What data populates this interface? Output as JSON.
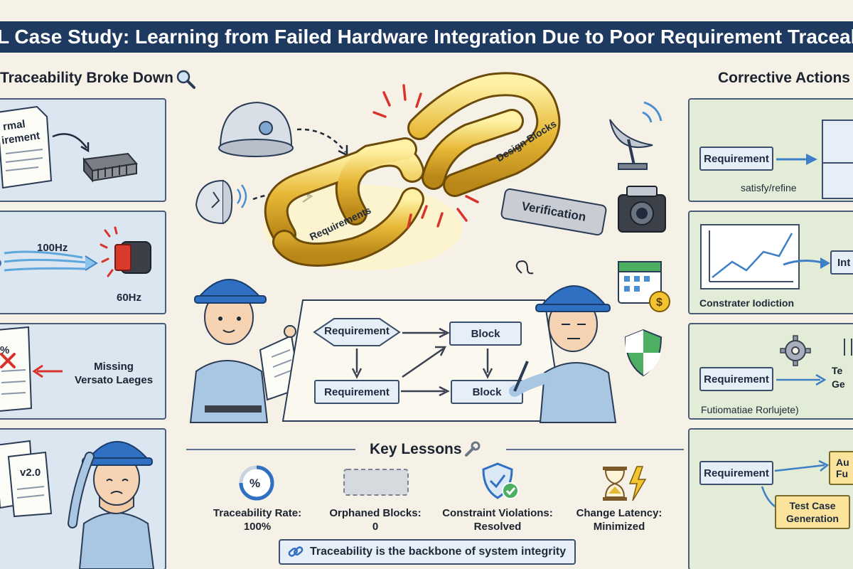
{
  "title": "L Case Study: Learning from Failed Hardware Integration Due to Poor Requirement Traceability",
  "left_section": {
    "heading": "Traceability Broke Down",
    "panel1": {
      "doc_line1": "rmal",
      "doc_line2": "irement"
    },
    "panel2": {
      "freq_a": "100Hz",
      "freq_b": "60Hz"
    },
    "panel3": {
      "doc_text": "%",
      "label_line1": "Missing",
      "label_line2": "Versato Laeges"
    },
    "panel4": {
      "doc_version": "v2.0"
    }
  },
  "center": {
    "chain_left_label": "Requirements",
    "chain_right_label": "Design Blocks",
    "verification_tag": "Verification",
    "diagram": {
      "requirement_top": "Requirement",
      "block_top": "Block",
      "requirement_bottom": "Requirement",
      "block_bottom": "Block"
    }
  },
  "lessons": {
    "heading": "Key Lessons",
    "items": [
      {
        "line1": "Traceability Rate:",
        "line2": "100%",
        "icon": "percent-icon"
      },
      {
        "line1": "Orphaned Blocks:",
        "line2": "0",
        "icon": "dashed-block-icon"
      },
      {
        "line1": "Constraint Violations:",
        "line2": "Resolved",
        "icon": "shield-check-icon"
      },
      {
        "line1": "Change Latency:",
        "line2": "Minimized",
        "icon": "hourglass-icon"
      }
    ],
    "footer": "Traceability is the backbone of system integrity"
  },
  "right_section": {
    "heading": "Corrective Actions",
    "panel1": {
      "requirement": "Requirement",
      "caption": "satisfy/refine"
    },
    "panel2": {
      "box": "Int",
      "caption": "Constrater Iodiction"
    },
    "panel3": {
      "requirement": "Requirement",
      "side_line1": "Te",
      "side_line2": "Ge",
      "caption": "Futiomatiae Rorlujete)"
    },
    "panel4": {
      "requirement": "Requirement",
      "auto_line1": "Au",
      "auto_line2": "Fu",
      "test_line1": "Test Case",
      "test_line2": "Generation"
    }
  },
  "colors": {
    "title_bg": "#1f3a60",
    "chain_gold": "#e7b836",
    "panel_blue": "#dbe6f1",
    "panel_green": "#e3ecd7",
    "alert_red": "#d8342c"
  }
}
